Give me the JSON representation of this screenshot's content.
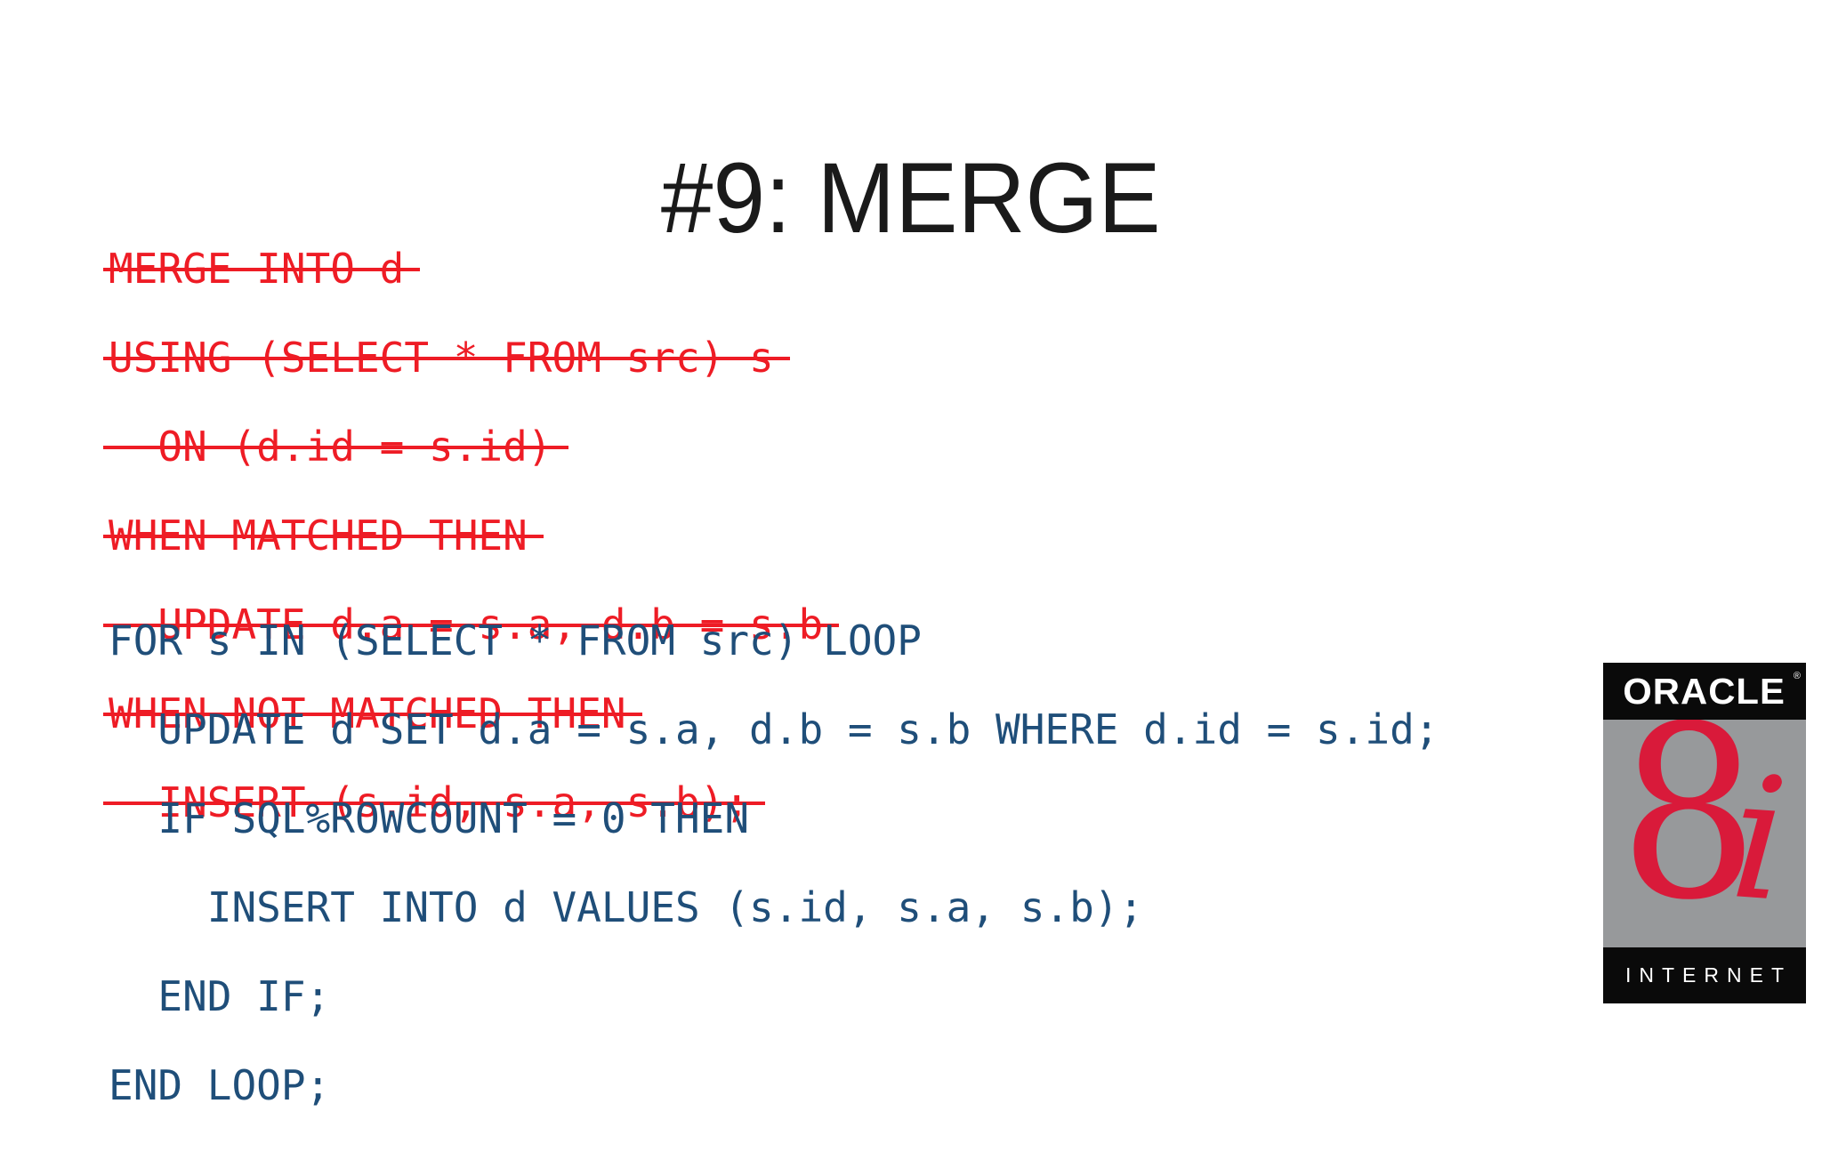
{
  "slide": {
    "title": "#9: MERGE"
  },
  "code": {
    "merge_struck": {
      "color": "#ee1c25",
      "strikethrough": true,
      "lines": [
        "MERGE INTO d",
        "USING (SELECT * FROM src) s",
        "  ON (d.id = s.id)",
        "WHEN MATCHED THEN",
        "  UPDATE d.a = s.a, d.b = s.b",
        "WHEN NOT MATCHED THEN",
        "  INSERT (s.id, s.a, s.b);"
      ]
    },
    "plsql_loop": {
      "color": "#1f4e79",
      "strikethrough": false,
      "lines": [
        "FOR s IN (SELECT * FROM src) LOOP",
        "  UPDATE d SET d.a = s.a, d.b = s.b WHERE d.id = s.id;",
        "  IF SQL%ROWCOUNT = 0 THEN",
        "    INSERT INTO d VALUES (s.id, s.a, s.b);",
        "  END IF;",
        "END LOOP;"
      ]
    }
  },
  "logo": {
    "brand": "ORACLE",
    "registered": "®",
    "version_number": "8",
    "version_letter": "i",
    "tagline": "INTERNET",
    "colors": {
      "band_black": "#0a0a0a",
      "panel_gray": "#97999b",
      "accent_red": "#d91a3a"
    }
  }
}
